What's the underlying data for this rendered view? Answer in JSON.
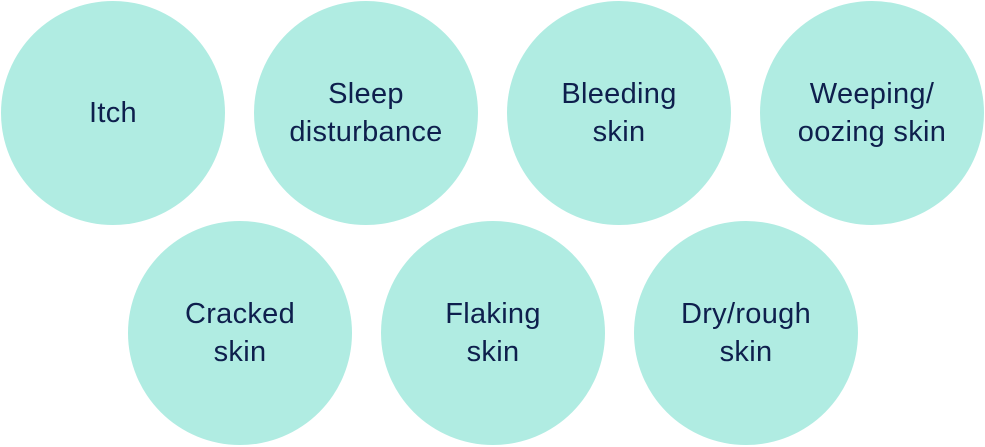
{
  "colors": {
    "circle_fill": "#B0ECE2",
    "text": "#0E1F4D",
    "background": "#FFFFFF"
  },
  "symptoms": [
    {
      "label": "Itch"
    },
    {
      "label": "Sleep\ndisturbance"
    },
    {
      "label": "Bleeding\nskin"
    },
    {
      "label": "Weeping/\noozing skin"
    },
    {
      "label": "Cracked\nskin"
    },
    {
      "label": "Flaking\nskin"
    },
    {
      "label": "Dry/rough\nskin"
    }
  ]
}
